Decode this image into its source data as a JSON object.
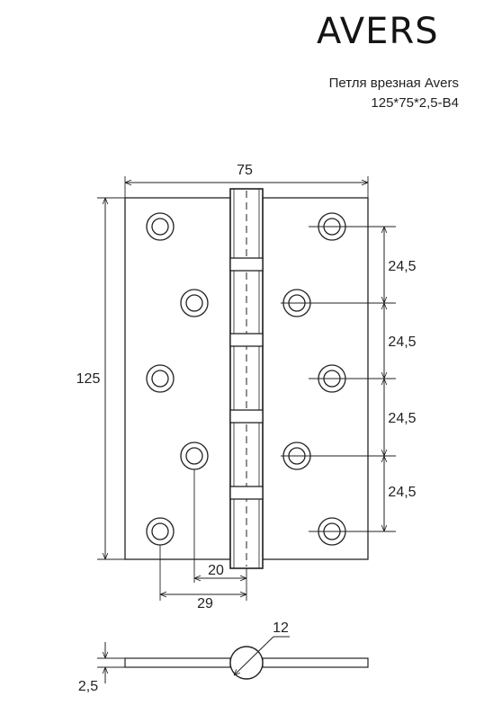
{
  "brand": {
    "logo_text": "AVERS"
  },
  "product": {
    "title": "Петля врезная Avers",
    "code": "125*75*2,5-B4"
  },
  "dimensions": {
    "width": "75",
    "height": "125",
    "hole_spacing": [
      "24,5",
      "24,5",
      "24,5",
      "24,5"
    ],
    "knuckle_offset": "20",
    "hole_offset": "29",
    "knuckle_diameter": "12",
    "thickness": "2,5"
  }
}
